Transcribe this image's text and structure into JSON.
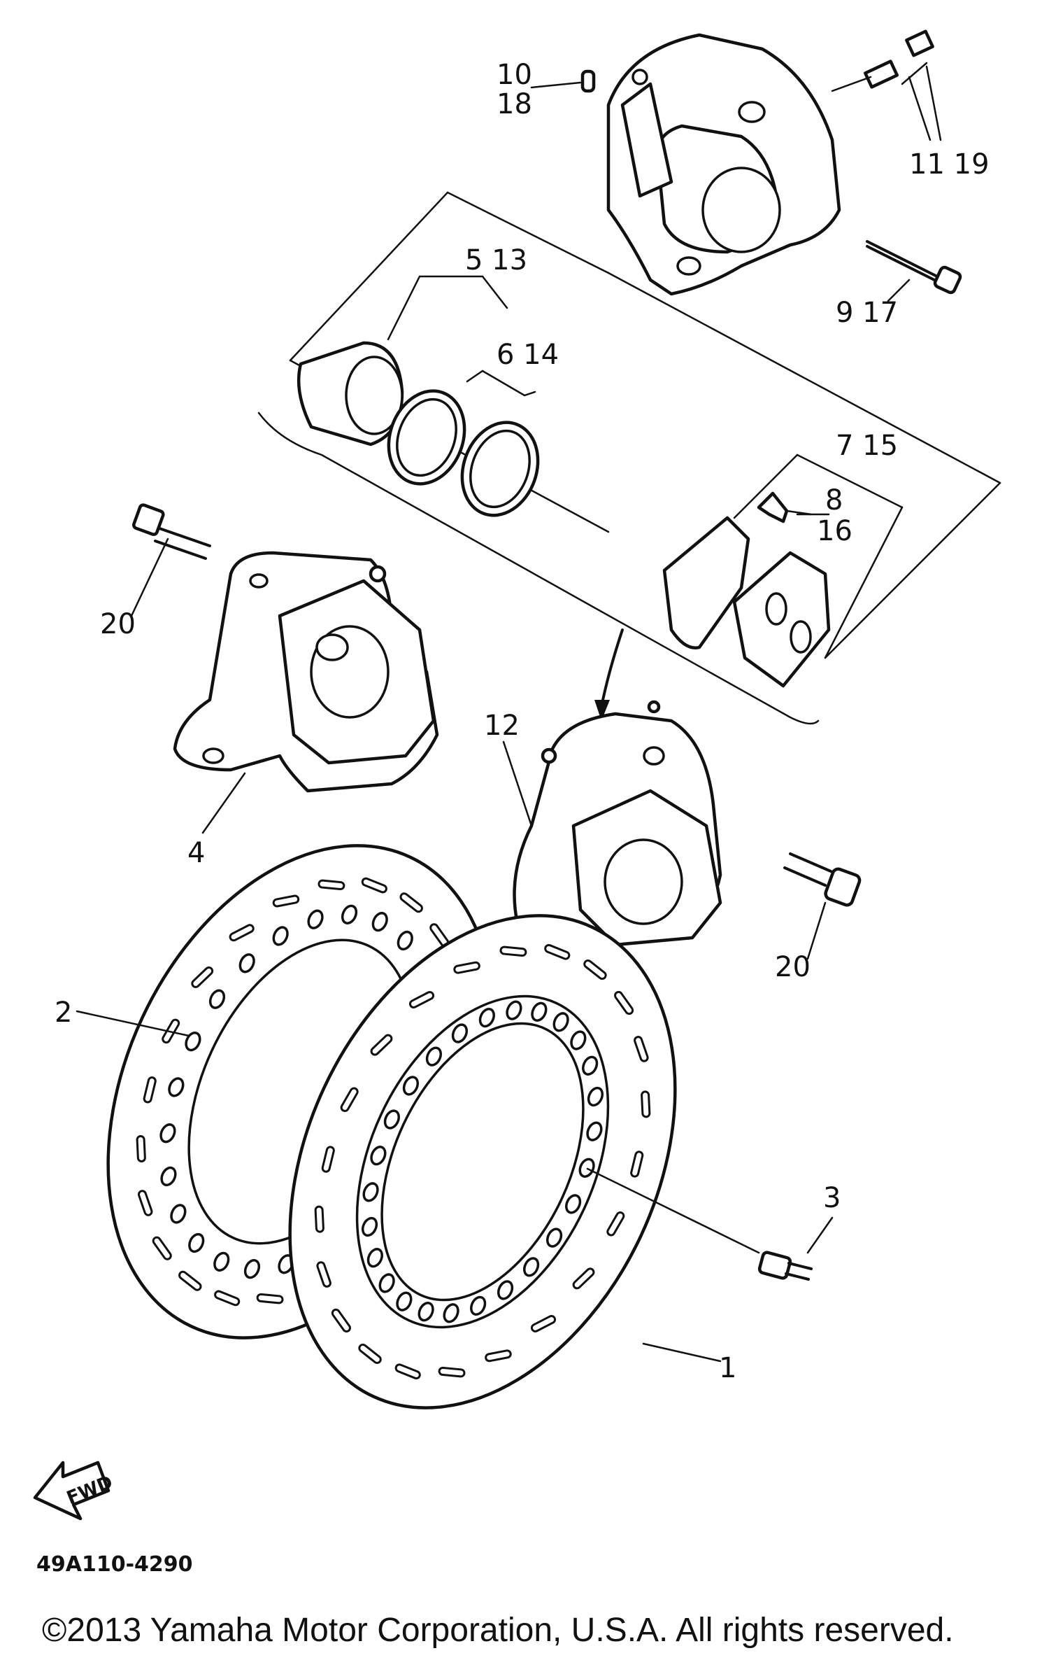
{
  "diagram": {
    "part_numbers": {
      "p1": "1",
      "p2": "2",
      "p3": "3",
      "p4": "4",
      "p5_13": "5 13",
      "p6_14": "6 14",
      "p7_15": "7 15",
      "p8": "8",
      "p16": "16",
      "p9_17": "9 17",
      "p10": "10",
      "p18": "18",
      "p11_19": "11 19",
      "p12": "12",
      "p20_left": "20",
      "p20_right": "20"
    },
    "diagram_code": "49A110-4290",
    "fwd_label": "FWD",
    "copyright": "©2013 Yamaha Motor Corporation, U.S.A. All rights reserved."
  }
}
